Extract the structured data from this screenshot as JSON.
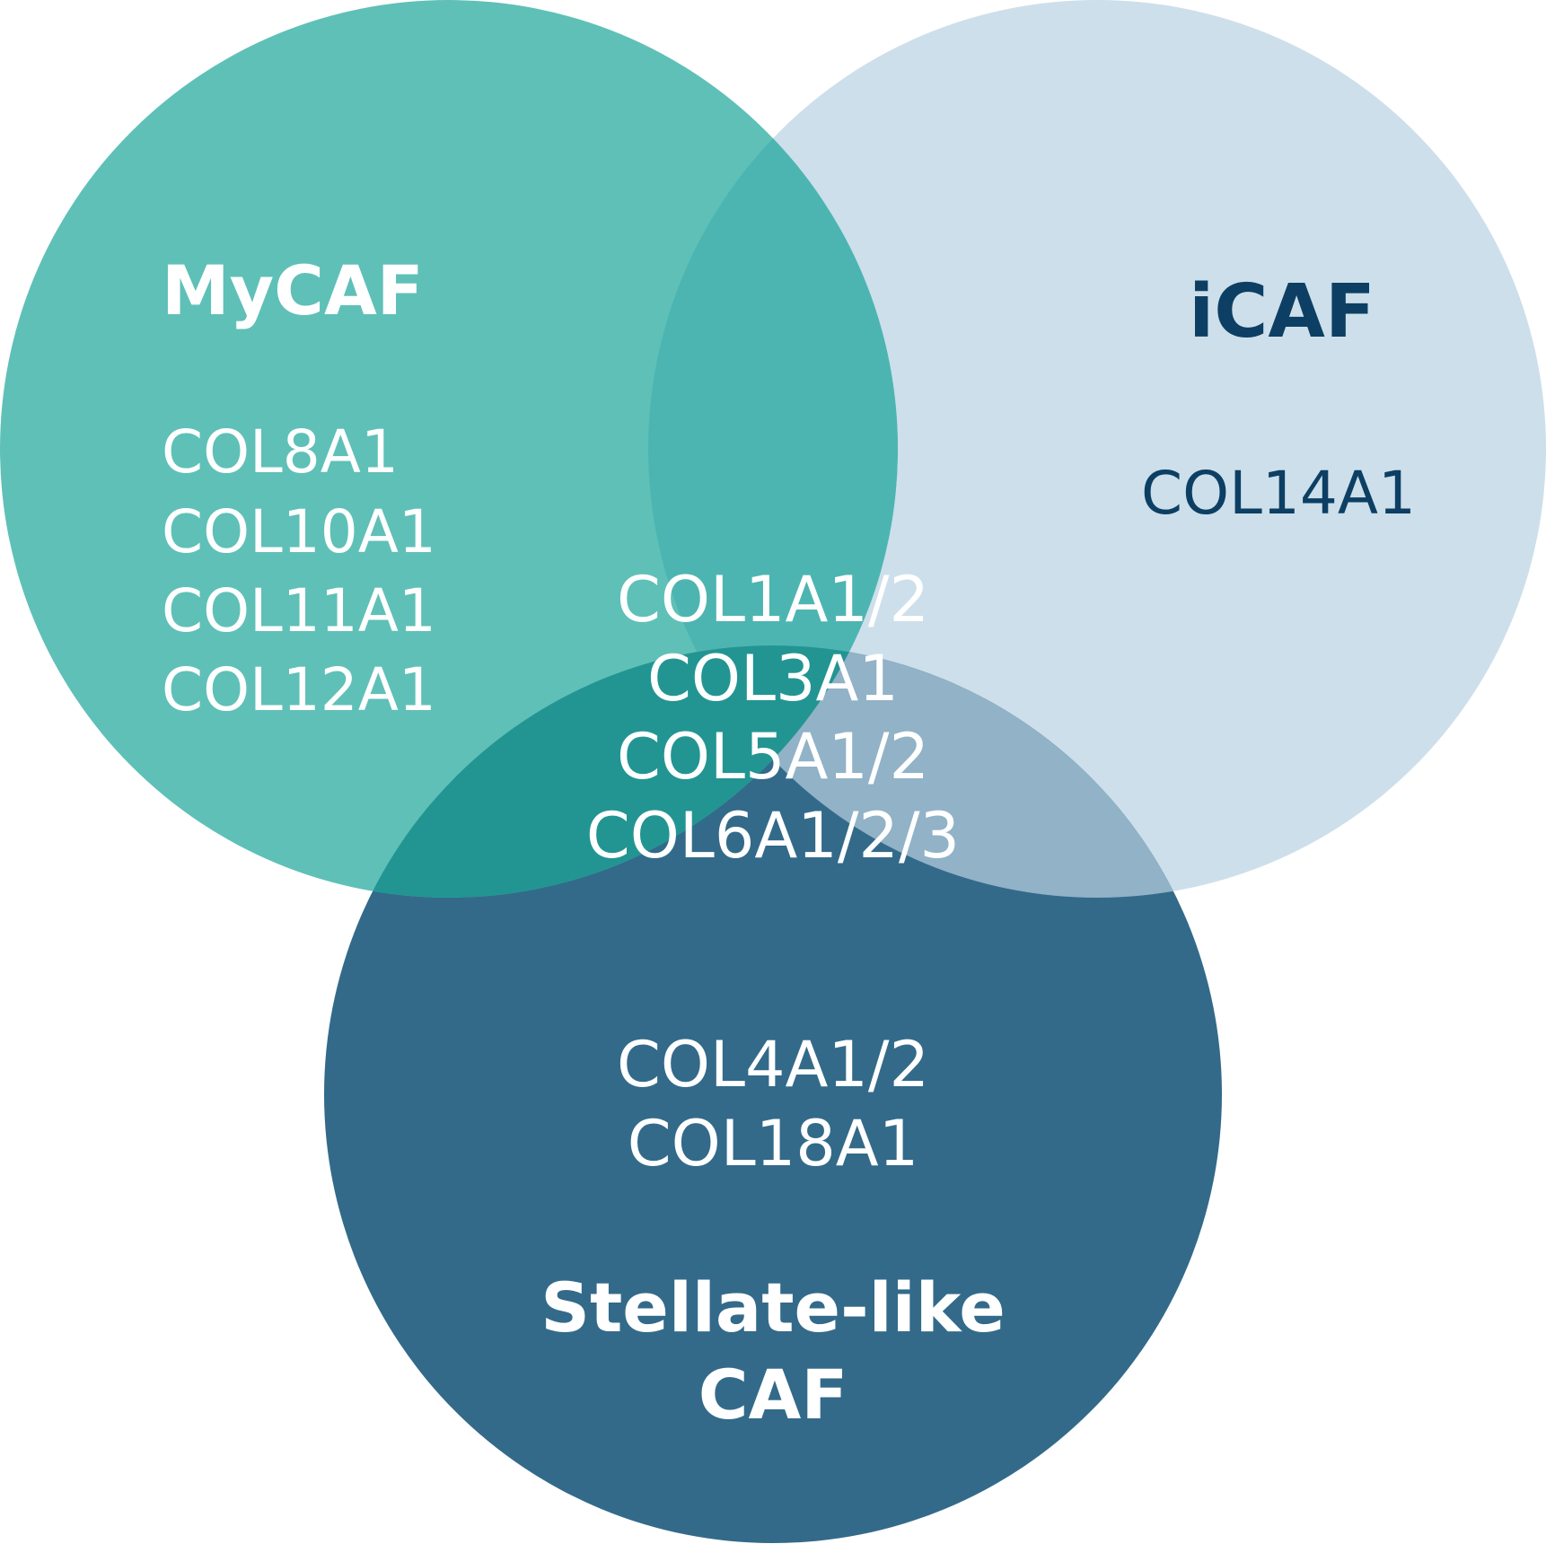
{
  "diagram": {
    "sets": [
      {
        "id": "mycaf",
        "title_lines": [
          "MyCAF"
        ],
        "color": "#5FC0B8",
        "title_color": "#FFFFFF",
        "text_color": "#FFFFFF",
        "genes": [
          "COL8A1",
          "COL10A1",
          "COL11A1",
          "COL12A1"
        ]
      },
      {
        "id": "icaf",
        "title_lines": [
          "iCAF"
        ],
        "color": "#CDDFEA",
        "title_color": "#0C3F63",
        "text_color": "#0C3F63",
        "genes": [
          "COL14A1"
        ]
      },
      {
        "id": "stellate",
        "title_lines": [
          "Stellate-like",
          "CAF"
        ],
        "color": "#336A8A",
        "title_color": "#FFFFFF",
        "text_color": "#FFFFFF",
        "genes": [
          "COL4A1/2",
          "COL18A1"
        ]
      }
    ],
    "shared": {
      "text_color": "#FFFFFF",
      "genes": [
        "COL1A1/2",
        "COL3A1",
        "COL5A1/2",
        "COL6A1/2/3"
      ]
    },
    "overlap_colors": {
      "mycaf_icaf": "#4DB5B1",
      "mycaf_stellate": "#229593",
      "icaf_stellate": "#91B2C7"
    }
  }
}
